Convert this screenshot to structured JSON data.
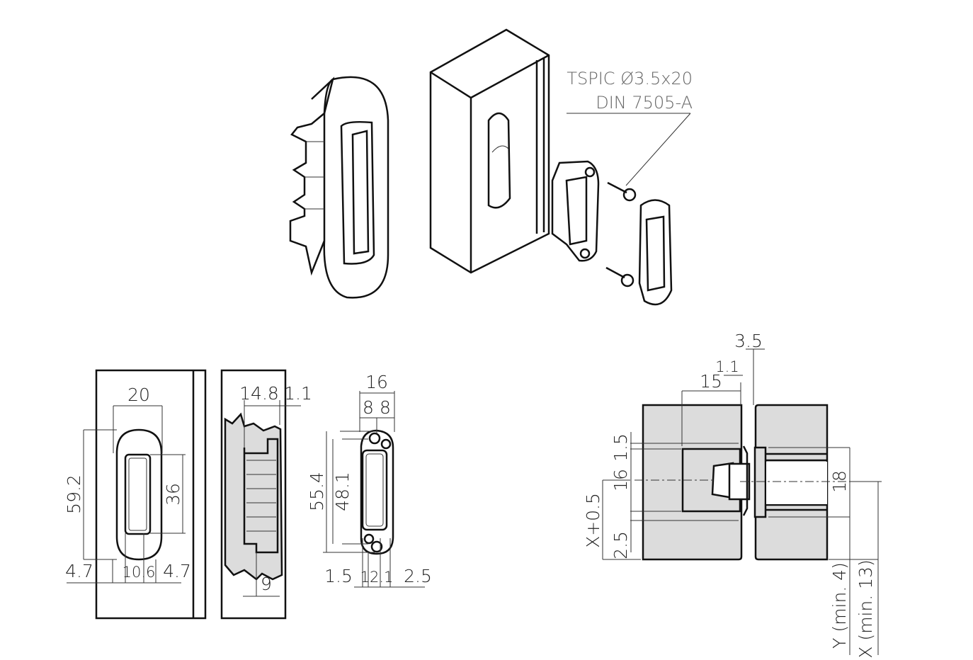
{
  "callout": {
    "line1": "TSPIC Ø3.5x20",
    "line2": "DIN 7505-A"
  },
  "front_view": {
    "width": "20",
    "height": "59.2",
    "slot_height": "36",
    "left_margin": "4.7",
    "slot_width": "10.6",
    "right_margin": "4.7"
  },
  "side_view": {
    "depth": "14.8",
    "flange": "1.1",
    "offset": "9"
  },
  "plate_view": {
    "width": "16",
    "half_left": "8",
    "half_right": "8",
    "height": "55.4",
    "hole_pitch": "48.1",
    "left": "1.5",
    "center": "12.1",
    "right": "2.5"
  },
  "section_view": {
    "gap": "3.5",
    "flange": "1.1",
    "depth": "15",
    "top": "1.5",
    "middle": "16",
    "bottom": "2.5",
    "x_offset": "X+0.5",
    "strike_height": "18",
    "y_min": "Y (min. 4)",
    "x_min": "X (min. 13)"
  },
  "colors": {
    "line": "#111111",
    "fill": "#dcdcdc",
    "callout": "#666666"
  }
}
